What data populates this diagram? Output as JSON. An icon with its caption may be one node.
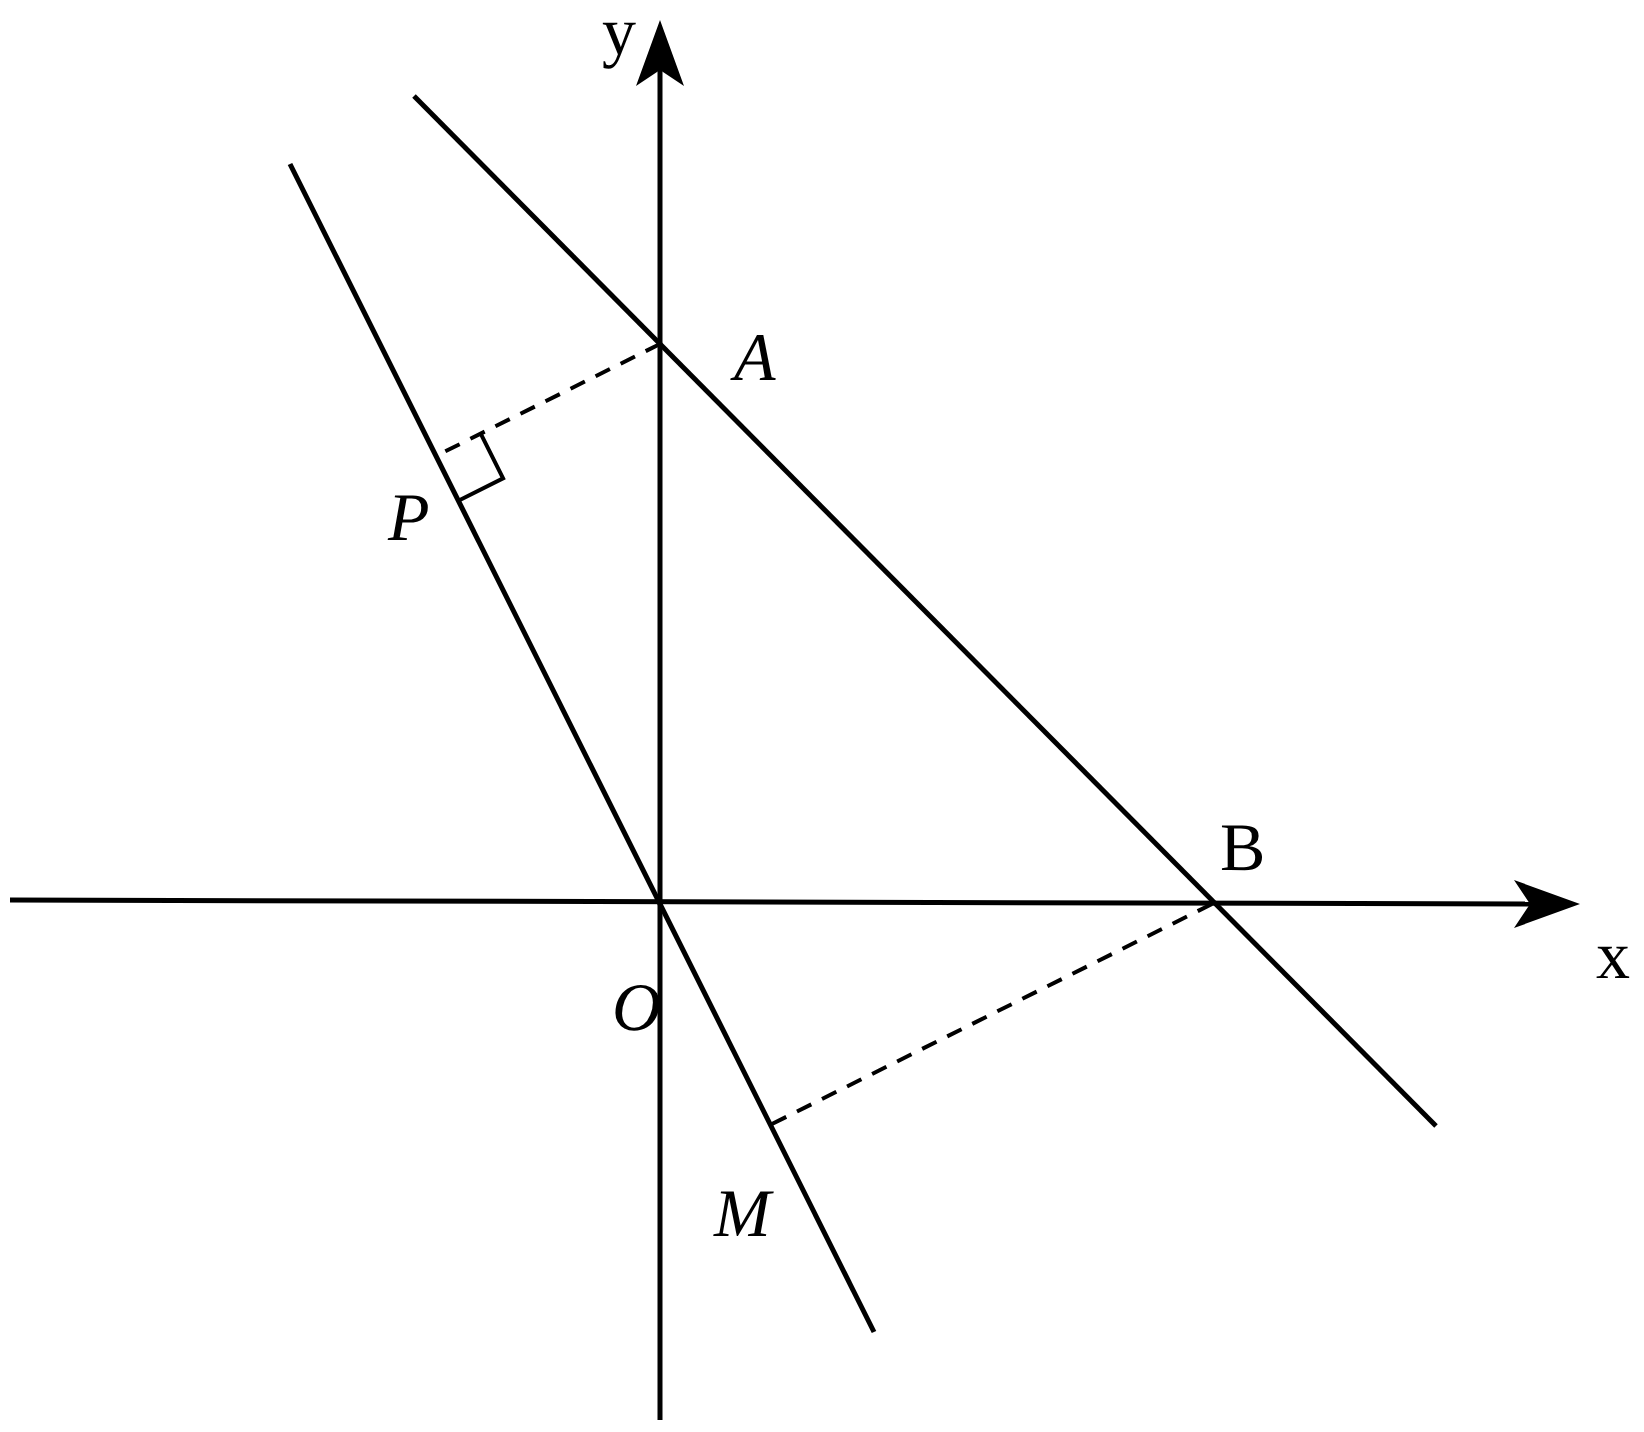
{
  "diagram": {
    "labels": [
      "y",
      "A",
      "P",
      "B",
      "x",
      "O",
      "M"
    ]
  }
}
